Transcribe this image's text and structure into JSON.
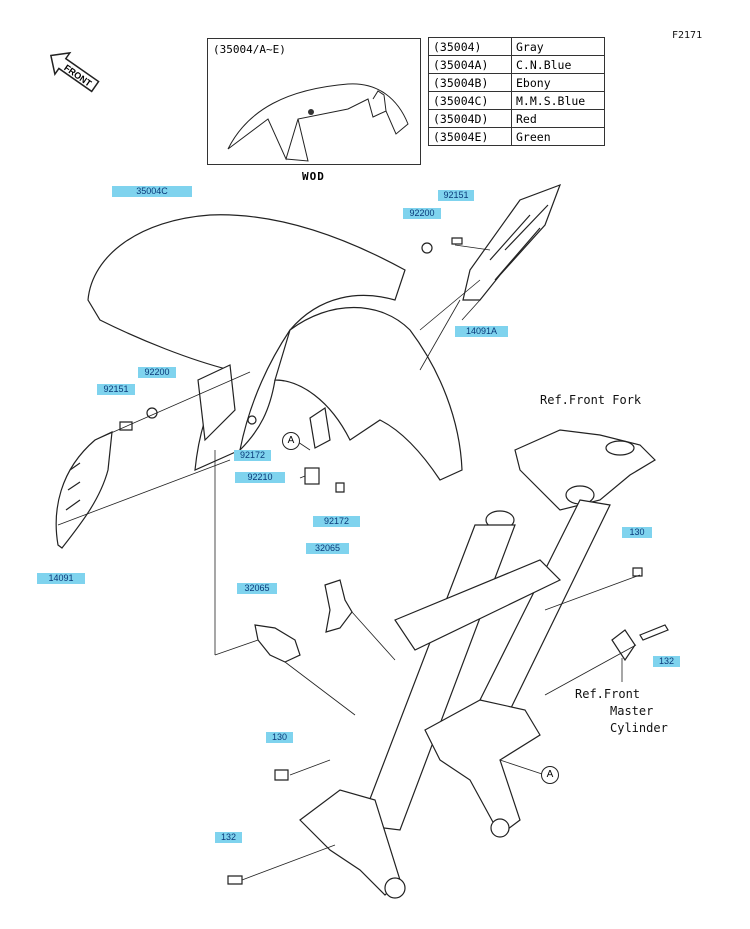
{
  "figure_code": "F2171",
  "front_label": "FRONT",
  "inset": {
    "title": "(35004/A~E)",
    "caption": "WOD"
  },
  "color_table": [
    {
      "code": "(35004)",
      "name": "Gray"
    },
    {
      "code": "(35004A)",
      "name": "C.N.Blue"
    },
    {
      "code": "(35004B)",
      "name": "Ebony"
    },
    {
      "code": "(35004C)",
      "name": "M.M.S.Blue"
    },
    {
      "code": "(35004D)",
      "name": "Red"
    },
    {
      "code": "(35004E)",
      "name": "Green"
    }
  ],
  "callouts": {
    "c35004C": "35004C",
    "c92151_top": "92151",
    "c92200_top": "92200",
    "c14091A": "14091A",
    "c92200_left": "92200",
    "c92151_left": "92151",
    "c92172_a": "92172",
    "c92210": "92210",
    "c92172_b": "92172",
    "c14091": "14091",
    "c32065_a": "32065",
    "c32065_b": "32065",
    "c130_right": "130",
    "c132_right": "132",
    "c130_left": "130",
    "c132_left": "132"
  },
  "refs": {
    "front_fork": "Ref.Front Fork",
    "master_cyl_1": "Ref.Front",
    "master_cyl_2": "Master",
    "master_cyl_3": "Cylinder"
  },
  "markers": {
    "a1": "A",
    "a2": "A"
  }
}
